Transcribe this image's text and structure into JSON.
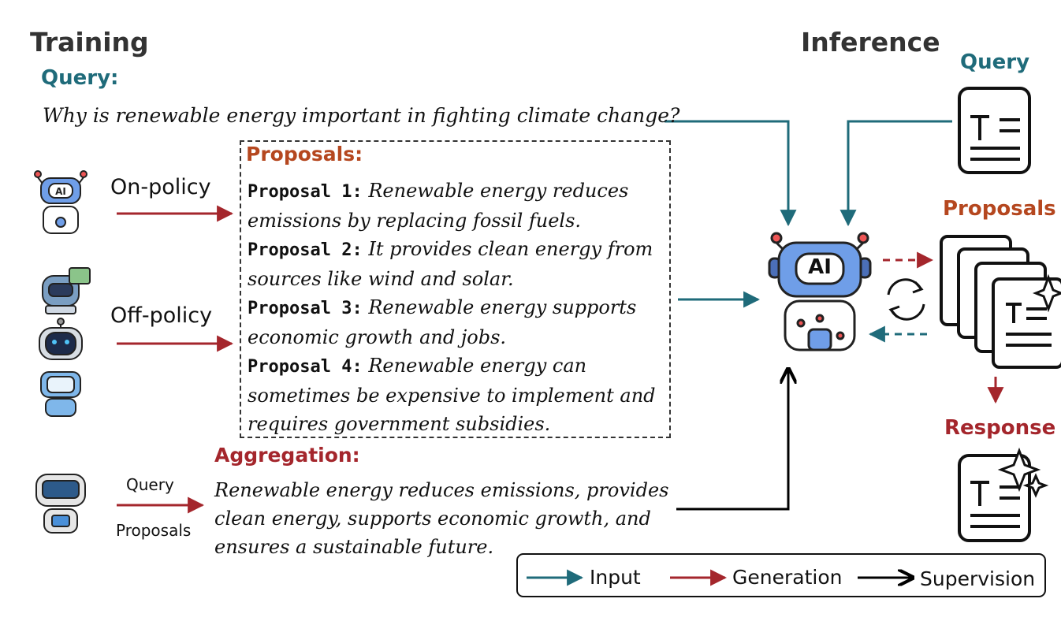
{
  "training": {
    "title": "Training",
    "query_heading": "Query:",
    "query_text": "Why is renewable energy important in fighting climate change?",
    "on_policy_label": "On-policy",
    "off_policy_label": "Off-policy",
    "proposals_heading": "Proposals:",
    "proposals": [
      {
        "label": "Proposal 1:",
        "line1": "Renewable energy reduces",
        "line2": "emissions by replacing fossil fuels."
      },
      {
        "label": "Proposal 2:",
        "line1": "It provides clean energy from",
        "line2": "sources like wind and solar."
      },
      {
        "label": "Proposal 3:",
        "line1": "Renewable energy supports",
        "line2": "economic growth and jobs."
      },
      {
        "label": "Proposal 4:",
        "line1": "Renewable energy can",
        "line2": "sometimes be expensive to implement and",
        "line3": "requires government subsidies."
      }
    ],
    "aggregation_heading": "Aggregation:",
    "aggregation_lines": [
      "Renewable energy reduces emissions, provides",
      "clean energy, supports economic growth, and",
      "ensures a sustainable future."
    ],
    "agg_input_top": "Query",
    "agg_input_bottom": "Proposals"
  },
  "inference": {
    "title": "Inference",
    "query_heading": "Query",
    "proposals_heading": "Proposals",
    "response_heading": "Response"
  },
  "legend": {
    "input_label": "Input",
    "generation_label": "Generation",
    "supervision_label": "Supervision"
  },
  "robot_badge": "AI",
  "colors": {
    "input": "#1f6b7a",
    "generation": "#a4262c",
    "supervision": "#000000",
    "proposals_heading": "#b5471f"
  }
}
